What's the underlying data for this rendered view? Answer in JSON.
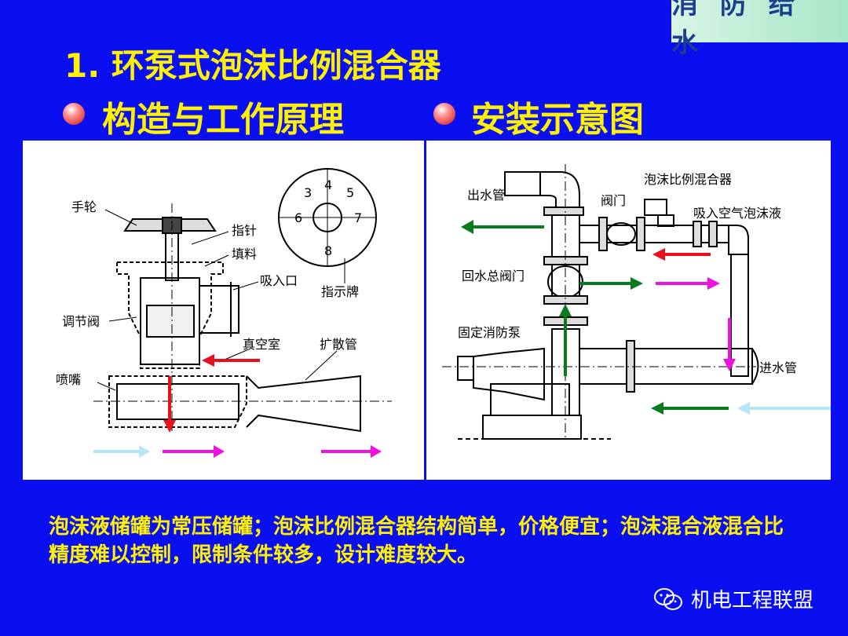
{
  "header": {
    "tag": "消 防 给 水"
  },
  "title": "1. 环泵式泡沫比例混合器",
  "bullets": [
    {
      "label": "构造与工作原理"
    },
    {
      "label": "安装示意图"
    }
  ],
  "left_diagram": {
    "labels": {
      "handwheel": "手轮",
      "pointer": "指针",
      "packing": "填料",
      "inlet": "吸入口",
      "adjust_valve": "调节阀",
      "vacuum": "真空室",
      "diffuser": "扩散管",
      "nozzle": "喷嘴",
      "dial": "指示牌",
      "dial_numbers": [
        "3",
        "4",
        "5",
        "6",
        "7",
        "8"
      ]
    }
  },
  "right_diagram": {
    "labels": {
      "outlet": "出水管",
      "mixer": "泡沫比例混合器",
      "valve": "阀门",
      "suction": "吸入空气泡沫液",
      "return_valve": "回水总阀门",
      "pump": "固定消防泵",
      "inlet_pipe": "进水管"
    }
  },
  "colors": {
    "background": "#0a0ff0",
    "title": "#fff200",
    "arrow_red": "#e8101a",
    "arrow_green": "#0a7a1e",
    "arrow_magenta": "#f010e0",
    "arrow_lightblue": "#b8e4f8"
  },
  "description": "泡沫液储罐为常压储罐；泡沫比例混合器结构简单，价格便宜；泡沫混合液混合比精度难以控制，限制条件较多，设计难度较大。",
  "brand": {
    "icon": "wechat-icon",
    "name": "机电工程联盟"
  }
}
